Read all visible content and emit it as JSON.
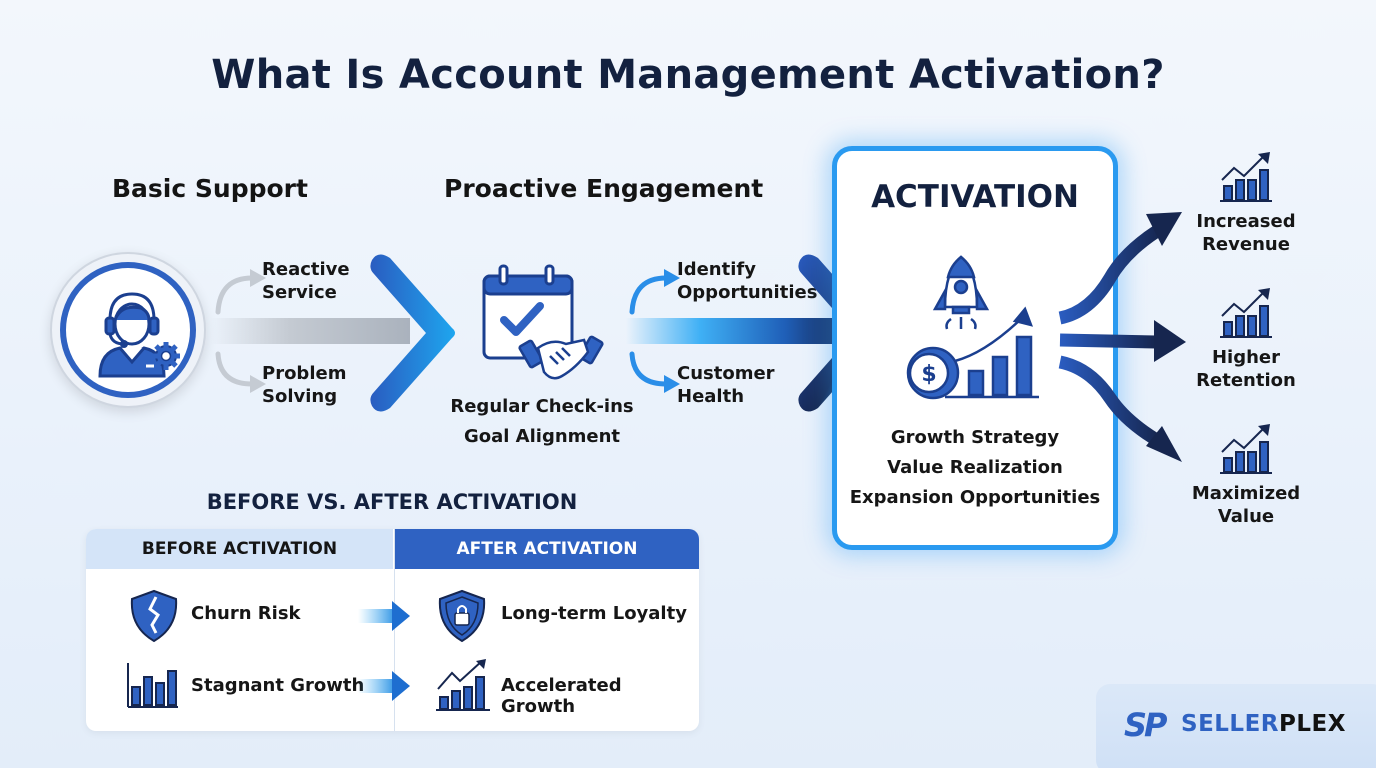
{
  "title": "What Is Account Management Activation?",
  "stages": [
    {
      "heading": "Basic Support",
      "icon": "headset-agent-gear-icon",
      "branches": [
        "Reactive\nService",
        "Problem\nSolving"
      ],
      "branch_lines": [
        [
          "Reactive",
          "Service"
        ],
        [
          "Problem",
          "Solving"
        ]
      ]
    },
    {
      "heading": "Proactive Engagement",
      "icon": "calendar-check-handshake-icon",
      "captions": [
        "Regular Check-ins",
        "Goal Alignment"
      ],
      "branch_lines": [
        [
          "Identify",
          "Opportunities"
        ],
        [
          "Customer",
          "Health"
        ]
      ]
    },
    {
      "heading": "ACTIVATION",
      "icon": "rocket-coin-growth-chart-icon",
      "items": [
        "Growth Strategy",
        "Value Realization",
        "Expansion Opportunities"
      ]
    }
  ],
  "outcomes": [
    {
      "icon": "growth-chart-icon",
      "lines": [
        "Increased",
        "Revenue"
      ]
    },
    {
      "icon": "growth-chart-icon",
      "lines": [
        "Higher",
        "Retention"
      ]
    },
    {
      "icon": "growth-chart-icon",
      "lines": [
        "Maximized",
        "Value"
      ]
    }
  ],
  "comparison": {
    "title": "BEFORE VS. AFTER ACTIVATION",
    "before_header": "BEFORE ACTIVATION",
    "after_header": "AFTER ACTIVATION",
    "rows": [
      {
        "before_icon": "broken-shield-icon",
        "before": "Churn Risk",
        "after_icon": "shield-lock-icon",
        "after": "Long-term Loyalty"
      },
      {
        "before_icon": "flat-bar-chart-icon",
        "before": "Stagnant Growth",
        "after_icon": "rising-bar-chart-icon",
        "after": "Accelerated Growth"
      }
    ]
  },
  "logo": {
    "mark": "SP",
    "part1": "SELLER",
    "part2": "PLEX"
  },
  "colors": {
    "primary_blue": "#2f62c2",
    "navy": "#13213f",
    "accent_cyan": "#2a9af0",
    "dark_navy_arrow": "#16264f"
  }
}
